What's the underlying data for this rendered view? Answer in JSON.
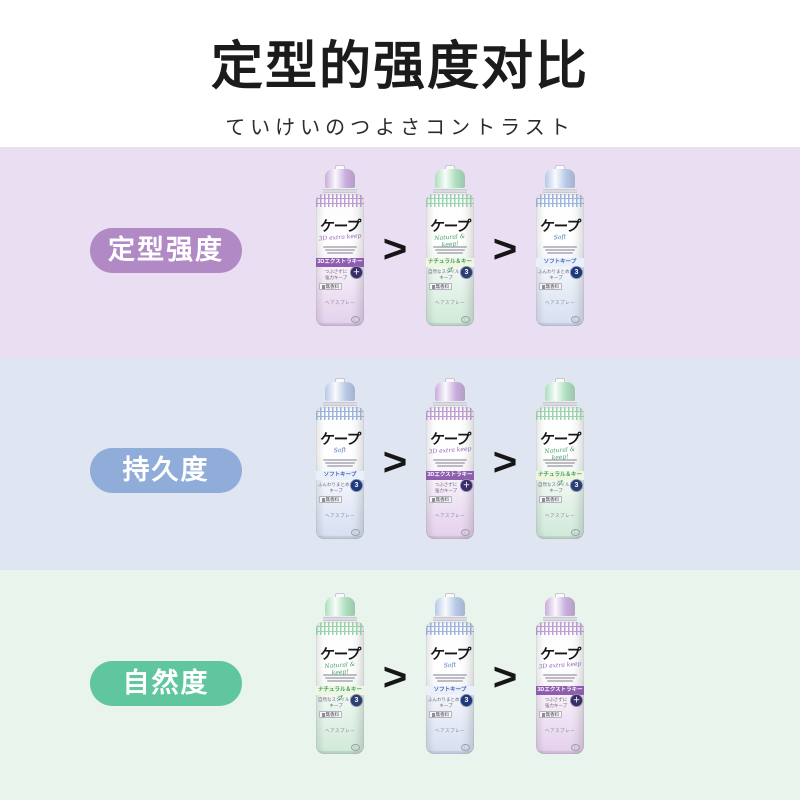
{
  "header": {
    "title": "定型的强度对比",
    "subtitle": "ていけいのつよさコントラスト"
  },
  "separator": ">",
  "rows": [
    {
      "label": "定型强度",
      "band_bg": "#eadef2",
      "pill_bg": "#b189c5",
      "order": [
        "purple",
        "green",
        "blue"
      ]
    },
    {
      "label": "持久度",
      "band_bg": "#e0e5f2",
      "pill_bg": "#8fadd8",
      "order": [
        "blue",
        "purple",
        "green"
      ]
    },
    {
      "label": "自然度",
      "band_bg": "#e9f4ec",
      "pill_bg": "#5fc69e",
      "order": [
        "green",
        "blue",
        "purple"
      ]
    }
  ],
  "products": {
    "purple": {
      "name": "ケープ 3Dエクストラキープ 無香料",
      "logo": "ケープ",
      "script": "3D extra keep",
      "band_text": "3Dエクストラキープ",
      "desc_lines": [
        "つぶさずに",
        "強力キープ"
      ],
      "badge_text": "＋",
      "label_chip": "無香料",
      "bottom_text": "ヘアスプレー",
      "colors": {
        "cap": "rgba(199,171,220,0.85)",
        "stripe": "#a97fc4",
        "body_top": "#fdfcfe",
        "body_tint": "#e4cfec",
        "script": "#8f63b0",
        "band_bg": "#8e5dae",
        "band_color": "#ffffff",
        "badge": "#3a2e68"
      }
    },
    "green": {
      "name": "ケープ ナチュラル＆キープ 無香料",
      "logo": "ケープ",
      "script": "Natural & keep!",
      "band_text": "ナチュラル＆キープ",
      "desc_lines": [
        "自然なスタイルを",
        "キープ"
      ],
      "badge_text": "3",
      "label_chip": "無香料",
      "bottom_text": "ヘアスプレー",
      "colors": {
        "cap": "rgba(170,222,188,0.85)",
        "stripe": "#7cc596",
        "body_top": "#fcfefc",
        "body_tint": "#cfe9d8",
        "script": "#3f9e63",
        "band_bg": "#eef6e0",
        "band_color": "#3f9e63",
        "badge": "#2c3e72"
      }
    },
    "blue": {
      "name": "ケープ ソフトキープ 無香料",
      "logo": "ケープ",
      "script": "Soft",
      "band_text": "ソフトキープ",
      "desc_lines": [
        "ふんわりまとめて",
        "キープ"
      ],
      "badge_text": "3",
      "label_chip": "無香料",
      "bottom_text": "ヘアスプレー",
      "colors": {
        "cap": "rgba(181,199,230,0.85)",
        "stripe": "#7f9cd0",
        "body_top": "#fcfdff",
        "body_tint": "#d6dff1",
        "script": "#5577bd",
        "band_bg": "#eaf0fb",
        "band_color": "#3f61b0",
        "badge": "#1f3a7a"
      }
    }
  }
}
